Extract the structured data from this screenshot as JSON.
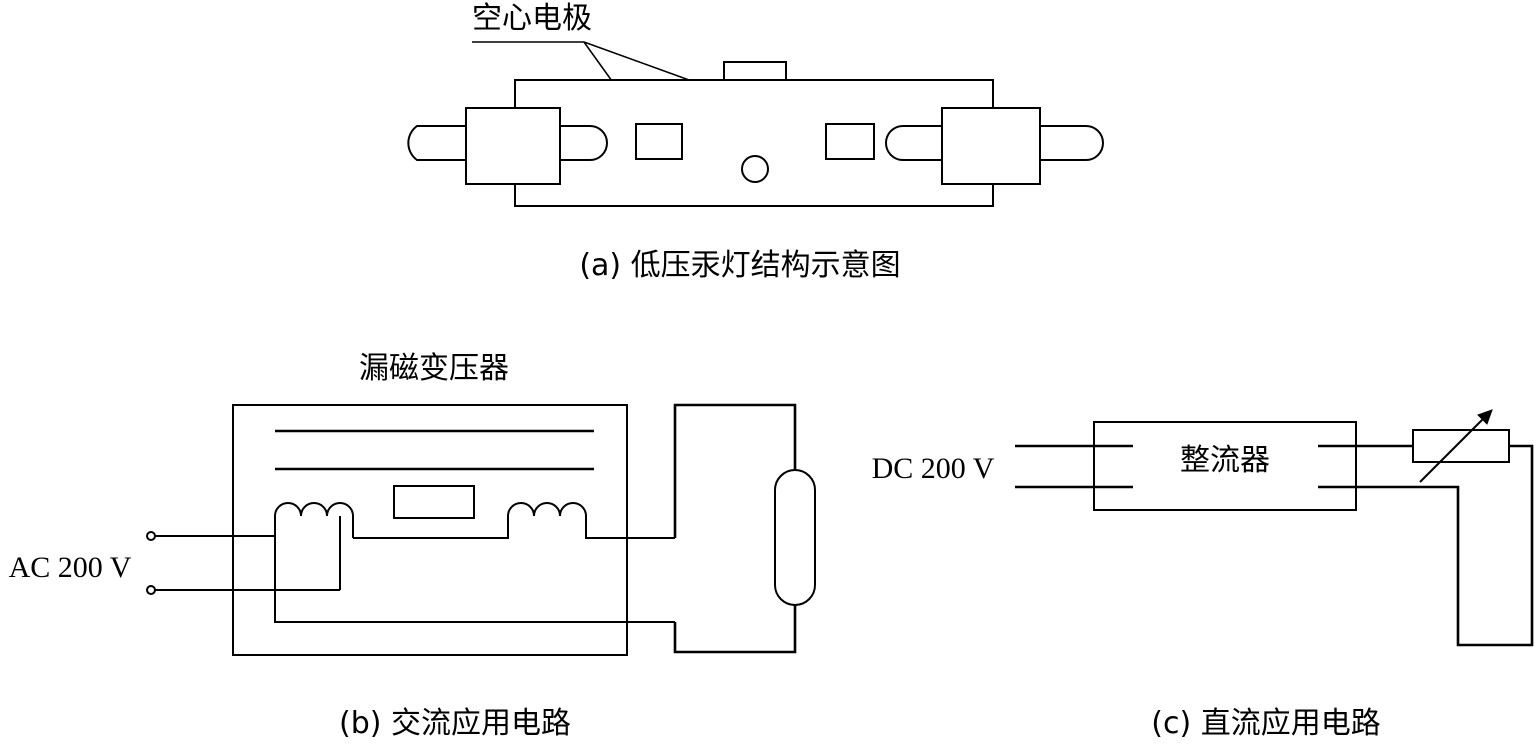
{
  "panel_a": {
    "label_electrode": "空心电极",
    "caption": "(a) 低压汞灯结构示意图"
  },
  "panel_b": {
    "label_transformer": "漏磁变压器",
    "label_source": "AC 200 V",
    "caption": "(b) 交流应用电路"
  },
  "panel_c": {
    "label_source": "DC 200 V",
    "label_rectifier": "整流器",
    "caption": "(c) 直流应用电路"
  }
}
